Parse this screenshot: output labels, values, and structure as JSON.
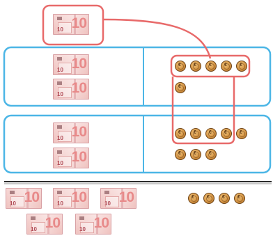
{
  "illustration": {
    "bill_denomination_small": "10",
    "bill_denomination_large": "10",
    "coin_glyph": "€",
    "colors": {
      "row_outline": "#4cb6e6",
      "exchange_outline": "#e86a6a",
      "baseline": "#2b2b2b",
      "bill": "#f2c9c6",
      "bill_print": "#b04a55",
      "coin": "#d49444"
    },
    "exchange_box": {
      "bills": 1
    },
    "rows": [
      {
        "bills": 2,
        "coins": 6
      },
      {
        "bills": 2,
        "coins": 8
      }
    ],
    "result": {
      "bills": 5,
      "coins": 4
    }
  }
}
